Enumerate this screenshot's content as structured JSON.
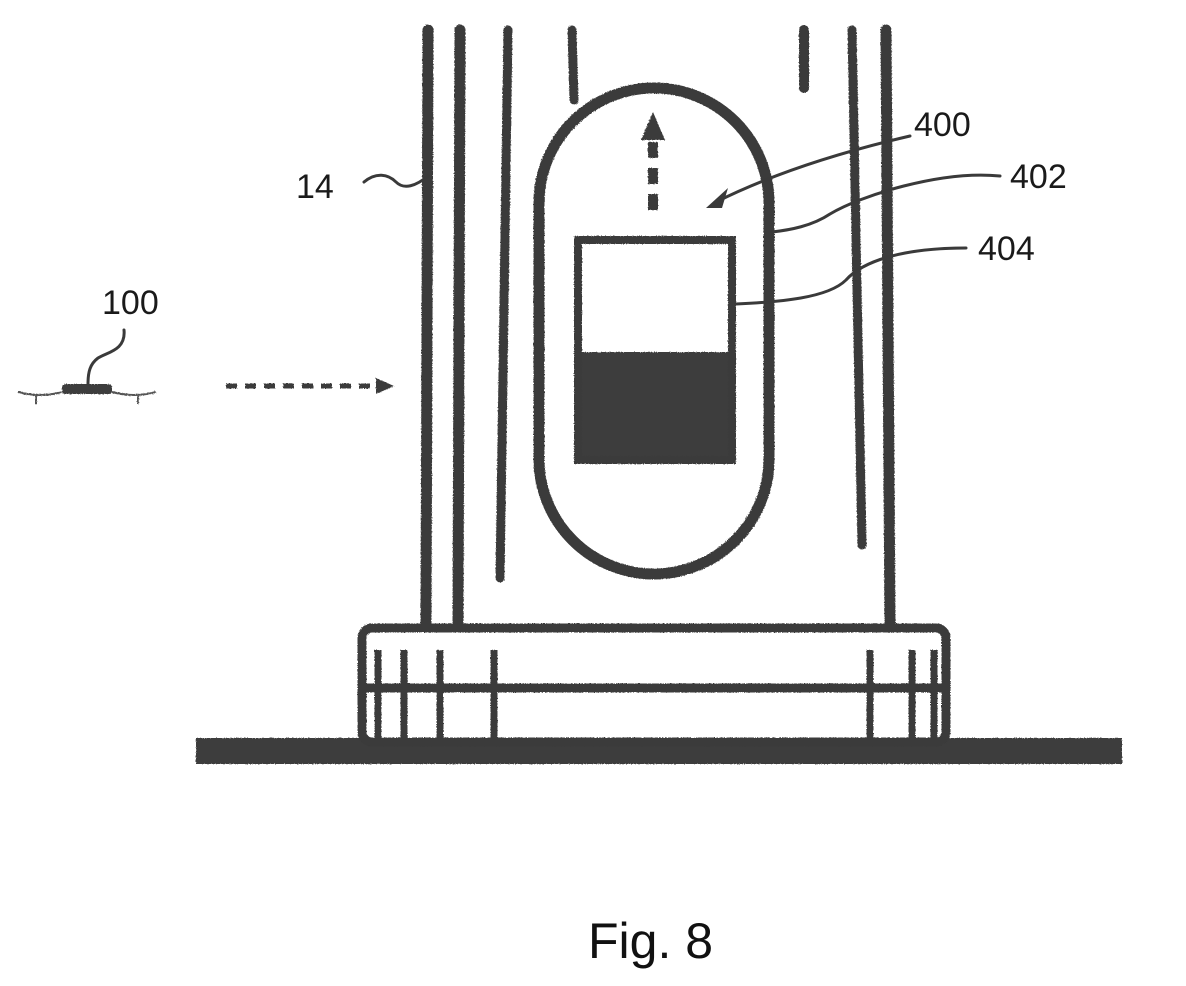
{
  "labels": {
    "tower": "14",
    "drone": "100",
    "capsule": "400",
    "capsule_wall": "402",
    "container": "404"
  },
  "caption": "Fig. 8",
  "colors": {
    "line": "#3a3a3a",
    "fill_dark": "#3c3c3c",
    "background": "#ffffff"
  }
}
